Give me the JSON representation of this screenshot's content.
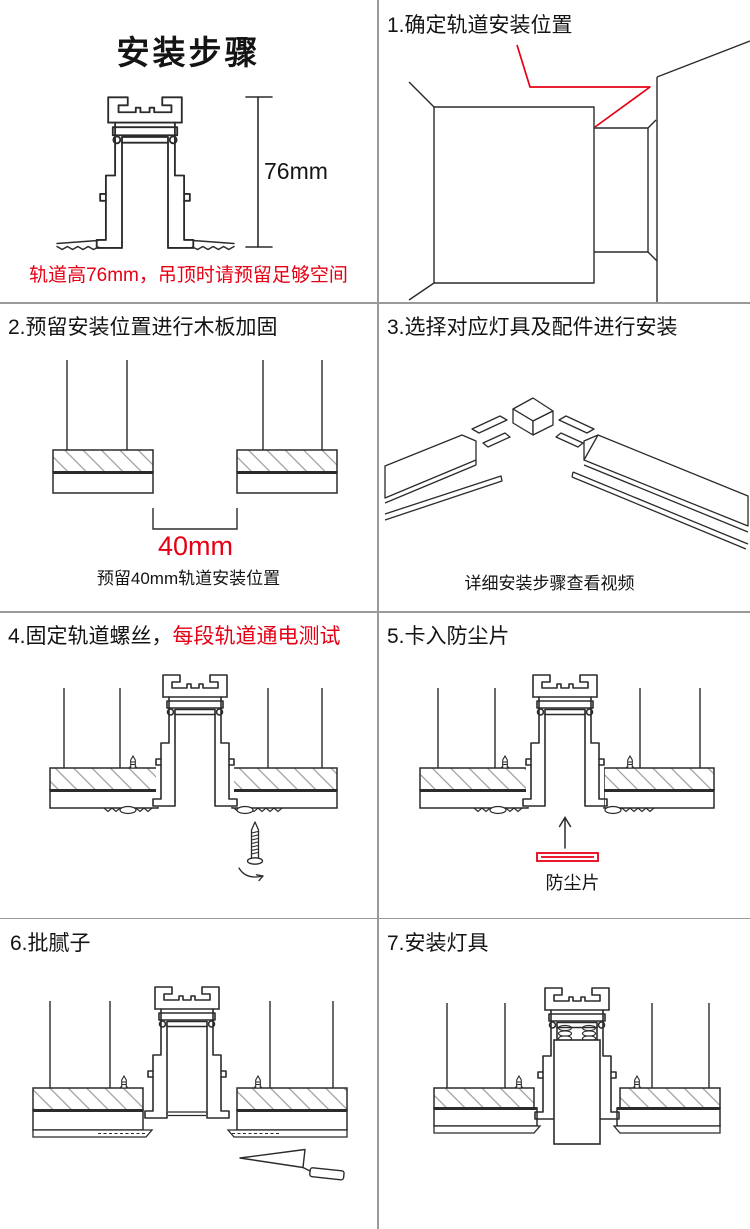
{
  "colors": {
    "accent_red": "#e60014",
    "line": "#2b2b2b",
    "divider": "#9a9a9a",
    "text": "#141414"
  },
  "intro": {
    "title": "安装步骤",
    "dimension": "76mm",
    "note": "轨道高76mm，吊顶时请预留足够空间"
  },
  "steps": {
    "s1": {
      "heading": "1.确定轨道安装位置"
    },
    "s2": {
      "heading": "2.预留安装位置进行木板加固",
      "dimension": "40mm",
      "caption": "预留40mm轨道安装位置"
    },
    "s3": {
      "heading": "3.选择对应灯具及配件进行安装",
      "caption": "详细安装步骤查看视频"
    },
    "s4": {
      "heading_black": "4.固定轨道螺丝，",
      "heading_red": "每段轨道通电测试"
    },
    "s5": {
      "heading": "5.卡入防尘片",
      "part_label": "防尘片"
    },
    "s6": {
      "heading": "6.批腻子"
    },
    "s7": {
      "heading": "7.安装灯具"
    }
  }
}
